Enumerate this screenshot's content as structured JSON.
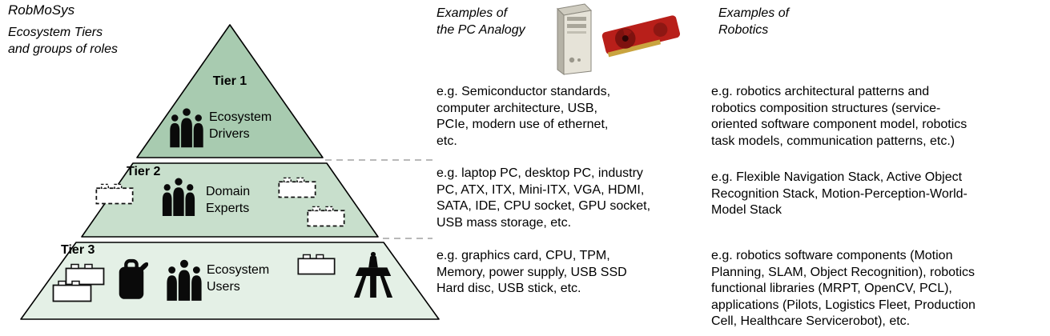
{
  "header": {
    "brand": "RobMoSys",
    "subtitle": "Ecosystem Tiers\nand groups of roles"
  },
  "columns": {
    "pc": {
      "title": "Examples of\nthe PC Analogy"
    },
    "robotics": {
      "title": "Examples of\nRobotics"
    }
  },
  "pyramid": {
    "tiers": [
      {
        "label": "Tier 1",
        "role": "Ecosystem\nDrivers",
        "fill": "#a8cbb0",
        "pc_example": "e.g. Semiconductor standards,\ncomputer architecture, USB,\nPCIe, modern use of ethernet,\netc.",
        "robotics_example": "e.g. robotics architectural patterns and\nrobotics composition structures (service-\noriented software component model, robotics\ntask models, communication patterns, etc.)"
      },
      {
        "label": "Tier 2",
        "role": "Domain\nExperts",
        "fill": "#c8dfcc",
        "pc_example": "e.g. laptop PC, desktop PC, industry\nPC, ATX, ITX, Mini-ITX, VGA, HDMI,\nSATA, IDE, CPU socket, GPU socket,\nUSB mass storage, etc.",
        "robotics_example": "e.g. Flexible Navigation Stack, Active Object\nRecognition Stack, Motion-Perception-World-\nModel Stack"
      },
      {
        "label": "Tier 3",
        "role": "Ecosystem\nUsers",
        "fill": "#e4f0e6",
        "pc_example": "e.g. graphics card, CPU, TPM,\nMemory, power supply, USB SSD\nHard disc, USB stick, etc.",
        "robotics_example": "e.g. robotics software components (Motion\nPlanning, SLAM, Object Recognition), robotics\nfunctional libraries (MRPT, OpenCV, PCL),\napplications (Pilots, Logistics Fleet, Production\nCell, Healthcare Servicerobot), etc."
      }
    ]
  },
  "colors": {
    "outline": "#000000",
    "connector": "#b9b9b9",
    "silhouette": "#0a0a0a"
  },
  "icons": {
    "people": "people-silhouette-icon",
    "dashed_brick": "dashed-component-brick-icon",
    "solid_brick": "component-brick-icon",
    "case_robot": "service-robot-icon",
    "lander_robot": "mobile-robot-icon",
    "pc_tower": "pc-tower-image",
    "graphics_card": "graphics-card-image"
  }
}
